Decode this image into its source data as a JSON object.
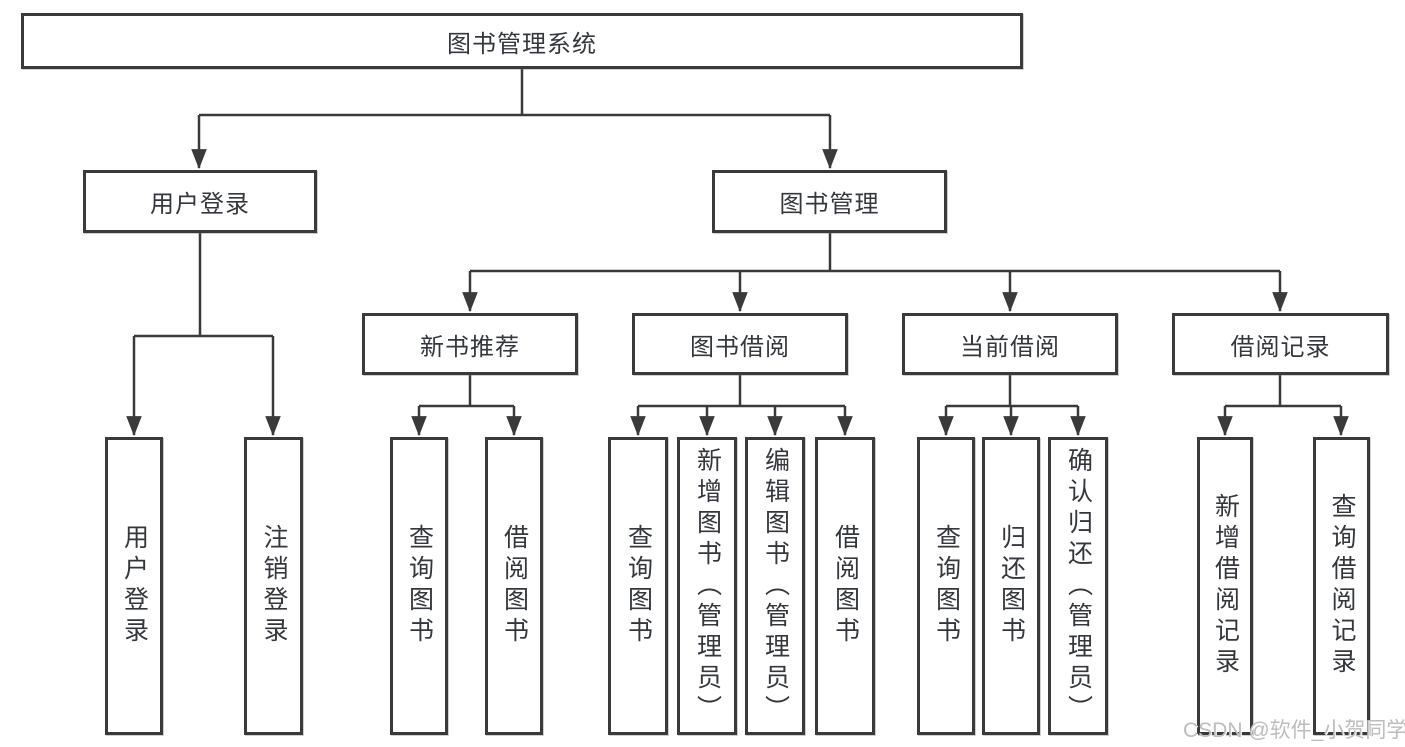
{
  "tree": {
    "label": "图书管理系统",
    "children": [
      {
        "label": "用户登录",
        "children": [
          {
            "label": "用户登录"
          },
          {
            "label": "注销登录"
          }
        ]
      },
      {
        "label": "图书管理",
        "children": [
          {
            "label": "新书推荐",
            "children": [
              {
                "label": "查询图书"
              },
              {
                "label": "借阅图书"
              }
            ]
          },
          {
            "label": "图书借阅",
            "children": [
              {
                "label": "查询图书"
              },
              {
                "label": "新增图书（管理员）"
              },
              {
                "label": "编辑图书（管理员）"
              },
              {
                "label": "借阅图书"
              }
            ]
          },
          {
            "label": "当前借阅",
            "children": [
              {
                "label": "查询图书"
              },
              {
                "label": "归还图书"
              },
              {
                "label": "确认归还（管理员）"
              }
            ]
          },
          {
            "label": "借阅记录",
            "children": [
              {
                "label": "新增借阅记录"
              },
              {
                "label": "查询借阅记录"
              }
            ]
          }
        ]
      }
    ]
  },
  "watermark": "CSDN @软件_小贺同学",
  "colors": {
    "line": "#3a3a3a",
    "text": "#34373c",
    "box_background": "#ffffff",
    "watermark": "#bdbdbd"
  }
}
